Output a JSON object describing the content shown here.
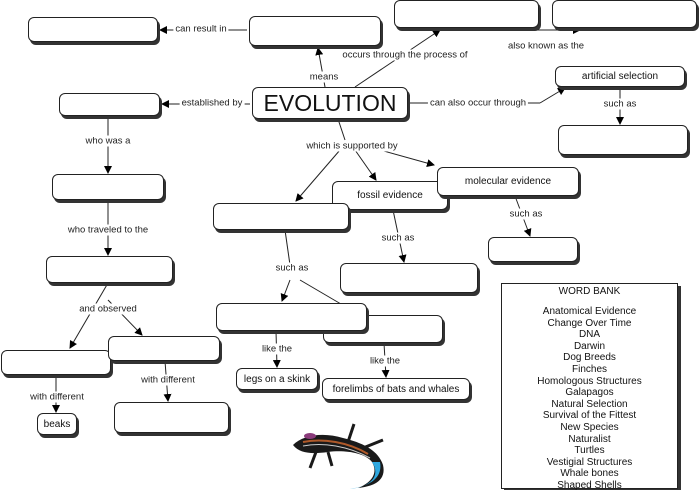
{
  "center": "EVOLUTION",
  "nodes": {
    "artificial": "artificial selection",
    "fossil": "fossil evidence",
    "molecular": "molecular evidence",
    "skink": "legs on a skink",
    "forelimbs": "forelimbs of bats and whales",
    "beaks": "beaks"
  },
  "links": {
    "can_result_in": "can result in",
    "means": "means",
    "occurs_through": "occurs through the process of",
    "also_known": "also known as the",
    "can_also": "can also occur through",
    "such_as_art": "such as",
    "established_by": "established by",
    "who_was_a": "who was a",
    "who_traveled": "who traveled to the",
    "and_observed": "and observed",
    "with_different_1": "with different",
    "with_different_2": "with different",
    "supported_by": "which is supported by",
    "such_as_fossil": "such as",
    "such_as_mol": "such as",
    "such_as_anat": "such as",
    "like_the_1": "like the",
    "like_the_2": "like the"
  },
  "word_bank": {
    "title": "WORD BANK",
    "words": [
      "Anatomical Evidence",
      "Change Over Time",
      "DNA",
      "Darwin",
      "Dog Breeds",
      "Finches",
      "Homologous Structures",
      "Galapagos",
      "Natural Selection",
      "Survival of the Fittest",
      "New Species",
      "Naturalist",
      "Turtles",
      "Vestigial Structures",
      "Whale bones",
      "Shaped Shells"
    ]
  },
  "image": {
    "icon": "skink-lizard-clipart",
    "colors": [
      "#1a1a1a",
      "#2fa8e0",
      "#b05a2a",
      "#8a3a7a"
    ]
  }
}
